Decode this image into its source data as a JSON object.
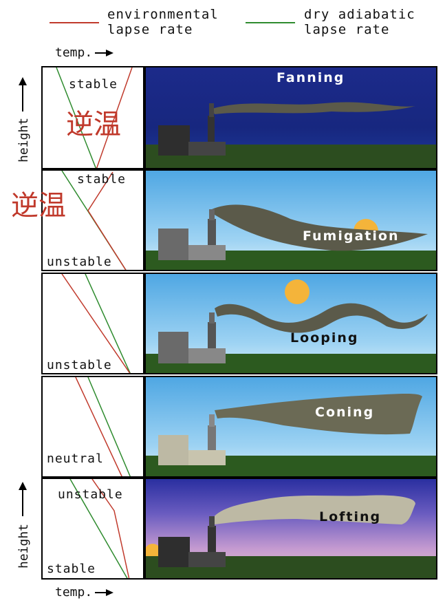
{
  "legend": {
    "environmental": "environmental\nlapse rate",
    "environmental_line1": "environmental",
    "environmental_line2": "lapse rate",
    "dry_line1": "dry adiabatic",
    "dry_line2": "lapse rate",
    "environmental_color": "#c0392b",
    "dry_color": "#2e8b2e"
  },
  "axes": {
    "temp_top": "temp.",
    "temp_bottom": "temp.",
    "height_top": "height",
    "height_bottom": "height"
  },
  "annotations": {
    "inversion_1": "逆温",
    "inversion_2": "逆温"
  },
  "panels": [
    {
      "title": "Fanning",
      "labels": [
        "stable"
      ]
    },
    {
      "title": "Fumigation",
      "labels": [
        "stable",
        "unstable"
      ]
    },
    {
      "title": "Looping",
      "labels": [
        "unstable"
      ]
    },
    {
      "title": "Coning",
      "labels": [
        "neutral"
      ]
    },
    {
      "title": "Lofting",
      "labels": [
        "unstable",
        "stable"
      ]
    }
  ]
}
